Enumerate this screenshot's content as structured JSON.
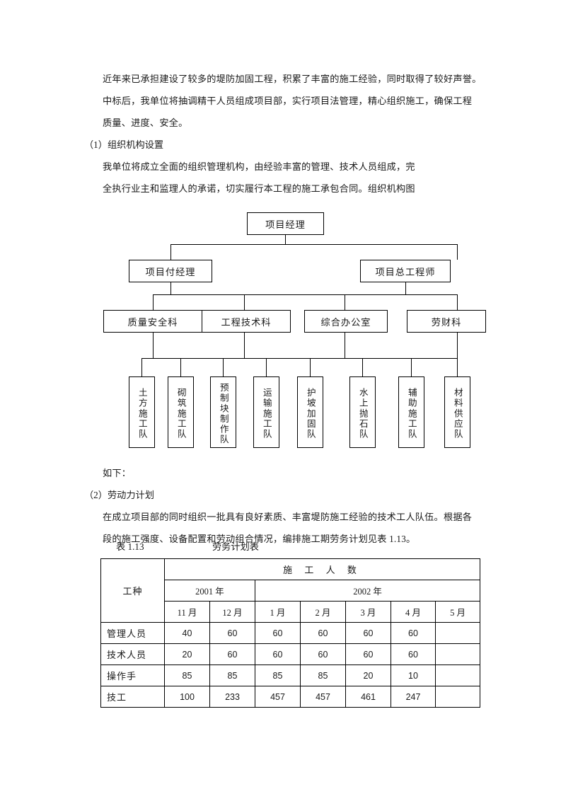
{
  "document": {
    "paragraphs": {
      "intro_line1": "近年来已承担建设了较多的堤防加固工程，积累了丰富的施工经验，同时取得了较好声誉。",
      "intro_line2": "中标后，我单位将抽调精干人员组成项目部，实行项目法管理，精心组织施工，确保工程",
      "intro_line3": "质量、进度、安全。",
      "section1_heading": "（1）组织机构设置",
      "section1_line1": "我单位将成立全面的组织管理机构，由经验丰富的管理、技术人员组成，完",
      "section1_line2": "全执行业主和监理人的承诺，切实履行本工程的施工承包合同。组织机构图",
      "after_chart": "如下：",
      "section2_heading": "（2）劳动力计划",
      "section2_line1": "在成立项目部的同时组织一批具有良好素质、丰富堤防施工经验的技术工人队伍。根据各",
      "section2_line2": "段的施工强度、设备配置和劳动组合情况，编排施工期劳务计划见表 1.13。"
    }
  },
  "org_chart": {
    "level1": {
      "label": "项目经理"
    },
    "level2": [
      {
        "label": "项目付经理"
      },
      {
        "label": "项目总工程师"
      }
    ],
    "level3": [
      {
        "label": "质量安全科"
      },
      {
        "label": "工程技术科"
      },
      {
        "label": "综合办公室"
      },
      {
        "label": "劳财科"
      }
    ],
    "level4": [
      {
        "label": "土方施工队"
      },
      {
        "label": "砌筑施工队"
      },
      {
        "label": "预制块制作队"
      },
      {
        "label": "运输施工队"
      },
      {
        "label": "护坡加固队"
      },
      {
        "label": "水上抛石队"
      },
      {
        "label": "辅助施工队"
      },
      {
        "label": "材料供应队"
      }
    ]
  },
  "table": {
    "caption_number": "表 1.13",
    "caption_title": "劳务计划表",
    "corner_header": "工种",
    "group_header": "施  工  人  数",
    "year_headers": [
      {
        "label": "2001 年",
        "span": 2
      },
      {
        "label": "2002 年",
        "span": 5
      }
    ],
    "month_headers": [
      "11 月",
      "12 月",
      "1 月",
      "2 月",
      "3 月",
      "4 月",
      "5 月"
    ],
    "rows": [
      {
        "label": "管理人员",
        "values": [
          "40",
          "60",
          "60",
          "60",
          "60",
          "60",
          ""
        ]
      },
      {
        "label": "技术人员",
        "values": [
          "20",
          "60",
          "60",
          "60",
          "60",
          "60",
          ""
        ]
      },
      {
        "label": "操作手",
        "values": [
          "85",
          "85",
          "85",
          "85",
          "20",
          "10",
          ""
        ]
      },
      {
        "label": "技工",
        "values": [
          "100",
          "233",
          "457",
          "457",
          "461",
          "247",
          ""
        ]
      }
    ]
  }
}
